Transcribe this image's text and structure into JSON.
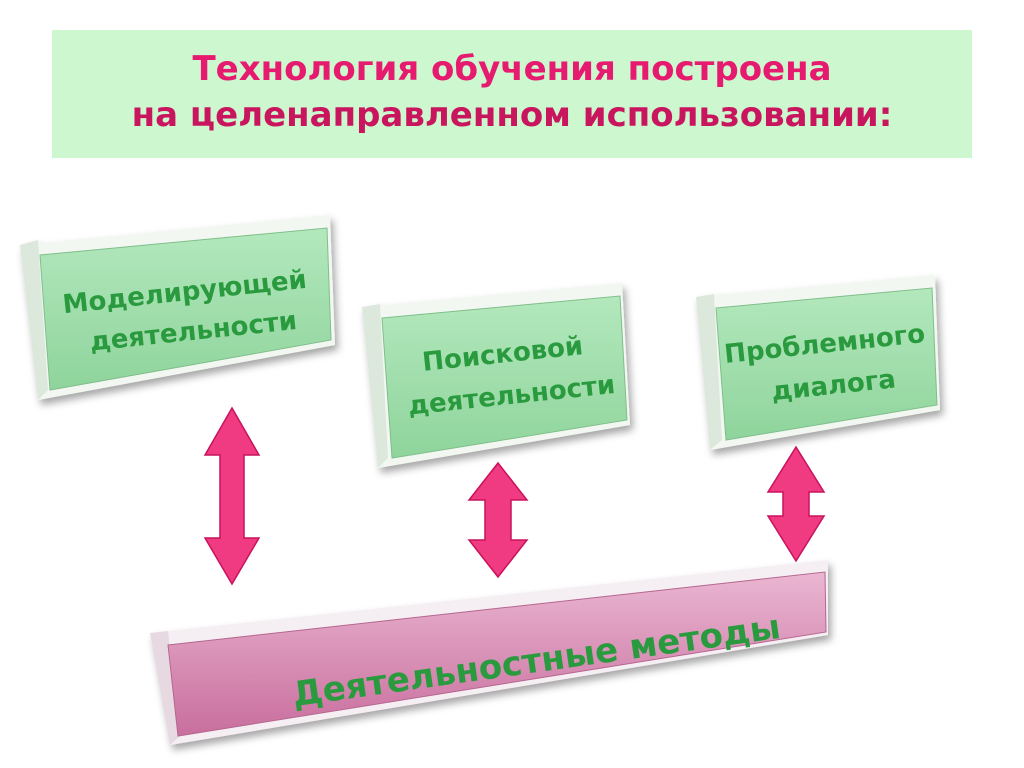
{
  "title": {
    "line1": "Технология обучения построена",
    "line2": "на целенаправленном использовании:"
  },
  "boxes": [
    {
      "line1": "Моделирующей",
      "line2": "деятельности"
    },
    {
      "line1": "Поисковой",
      "line2": "деятельности"
    },
    {
      "line1": "Проблемного",
      "line2": "диалога"
    }
  ],
  "base": {
    "label": "Деятельностные методы"
  },
  "colors": {
    "title_bg": "#ccf7cf",
    "title_text": "#e61a6e",
    "box_face": "#9fdcaa",
    "box_text": "#2a9a3e",
    "arrow": "#f03a82",
    "base_face": "#dc8fb8"
  }
}
